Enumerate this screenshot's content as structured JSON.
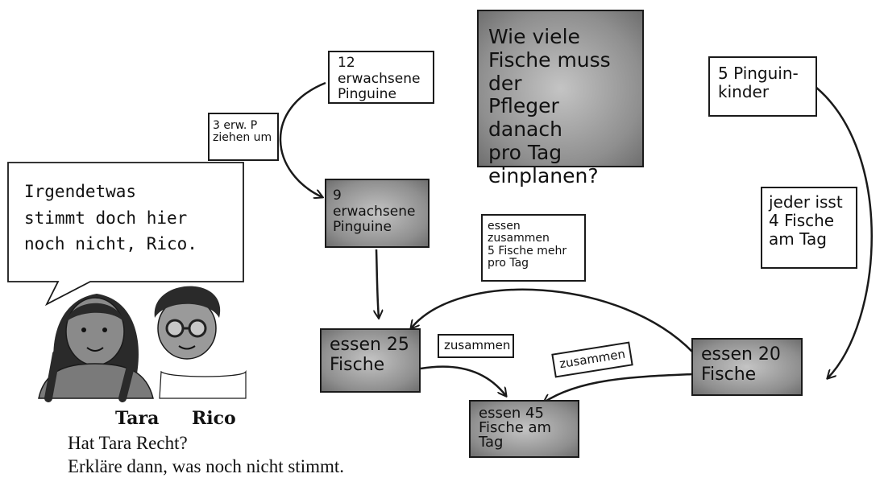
{
  "question": "Wie viele\nFische muss der\nPfleger danach\npro Tag\neinplanen?",
  "adults": "12 erwachsene\nPinguine",
  "moving": "3 erw. P\nziehen um",
  "adults_remaining": "9 erwachsene\nPinguine",
  "children": "5 Pinguin-\nkinder",
  "each_eats": "jeder isst\n4 Fische\nam Tag",
  "together_more": "essen\nzusammen\n5 Fische mehr\npro Tag",
  "eat_25": "essen 25\nFische",
  "eat_20": "essen 20\nFische",
  "together_left": "zusammen",
  "together_right": "zusammen",
  "eat_45": "essen 45\nFische am\nTag",
  "speech": "Irgendetwas\nstimmt doch hier\nnoch nicht, Rico.",
  "names": {
    "tara": "Tara",
    "rico": "Rico"
  },
  "task": {
    "line1": "Hat Tara Recht?",
    "line2": "Erkläre dann, was noch nicht stimmt."
  }
}
